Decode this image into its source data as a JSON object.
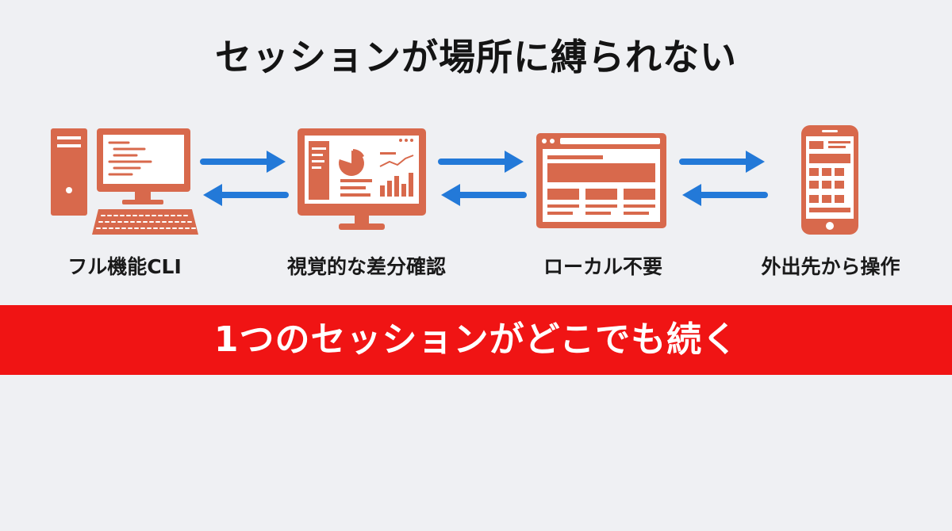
{
  "title": "セッションが場所に縛られない",
  "colors": {
    "icon": "#d8694c",
    "arrow": "#2379d8",
    "banner": "#f01414",
    "background": "#eff0f3"
  },
  "nodes": [
    {
      "icon": "desktop-terminal-icon",
      "label": "フル機能CLI"
    },
    {
      "icon": "monitor-dashboard-icon",
      "label": "視覚的な差分確認"
    },
    {
      "icon": "browser-window-icon",
      "label": "ローカル不要"
    },
    {
      "icon": "smartphone-icon",
      "label": "外出先から操作"
    }
  ],
  "connectors": [
    "bidirectional",
    "bidirectional",
    "bidirectional"
  ],
  "banner": {
    "text": "1つのセッションがどこでも続く"
  }
}
